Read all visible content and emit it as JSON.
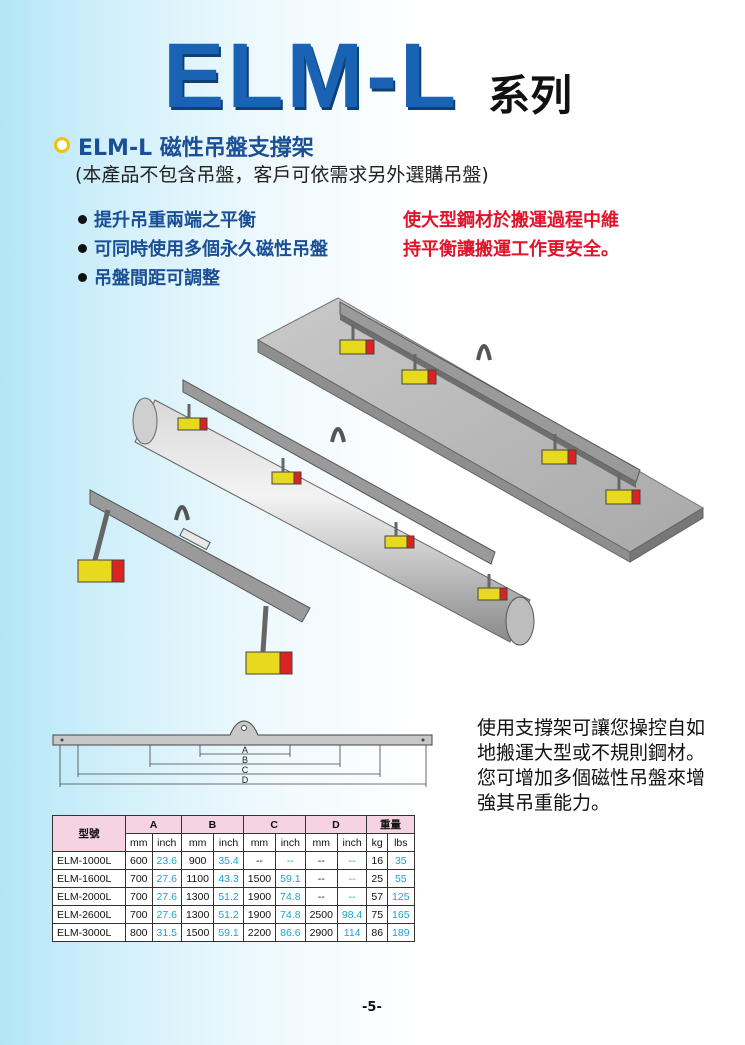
{
  "header": {
    "title": "ELM-L",
    "series": "系列"
  },
  "product": {
    "subtitle": "ELM-L 磁性吊盤支撐架",
    "note": "(本產品不包含吊盤，客戶可依需求另外選購吊盤)",
    "features": [
      "提升吊重兩端之平衡",
      "可同時使用多個永久磁性吊盤",
      "吊盤間距可調整"
    ],
    "benefit_lines": [
      "使大型鋼材於搬運過程中維",
      "持平衡讓搬運工作更安全。"
    ]
  },
  "dimension_labels": [
    "A",
    "B",
    "C",
    "D"
  ],
  "description": "使用支撐架可讓您操控自如地搬運大型或不規則鋼材。您可增加多個磁性吊盤來增強其吊重能力。",
  "spec_table": {
    "model_header": "型號",
    "group_headers": [
      "A",
      "B",
      "C",
      "D",
      "重量"
    ],
    "unit_headers": [
      "mm",
      "inch",
      "mm",
      "inch",
      "mm",
      "inch",
      "mm",
      "inch",
      "kg",
      "lbs"
    ],
    "rows": [
      [
        "ELM-1000L",
        "600",
        "23.6",
        "900",
        "35.4",
        "--",
        "--",
        "--",
        "--",
        "16",
        "35"
      ],
      [
        "ELM-1600L",
        "700",
        "27.6",
        "1100",
        "43.3",
        "1500",
        "59.1",
        "--",
        "--",
        "25",
        "55"
      ],
      [
        "ELM-2000L",
        "700",
        "27.6",
        "1300",
        "51.2",
        "1900",
        "74.8",
        "--",
        "--",
        "57",
        "125"
      ],
      [
        "ELM-2600L",
        "700",
        "27.6",
        "1300",
        "51.2",
        "1900",
        "74.8",
        "2500",
        "98.4",
        "75",
        "165"
      ],
      [
        "ELM-3000L",
        "800",
        "31.5",
        "1500",
        "59.1",
        "2200",
        "86.6",
        "2900",
        "114",
        "86",
        "189"
      ]
    ]
  },
  "page_number": "-5-",
  "colors": {
    "title_blue": "#1a63b4",
    "feature_blue": "#1a4f96",
    "benefit_red": "#e0142a",
    "inch_cyan": "#1aa3d6",
    "header_pink": "#f6d3e1"
  }
}
